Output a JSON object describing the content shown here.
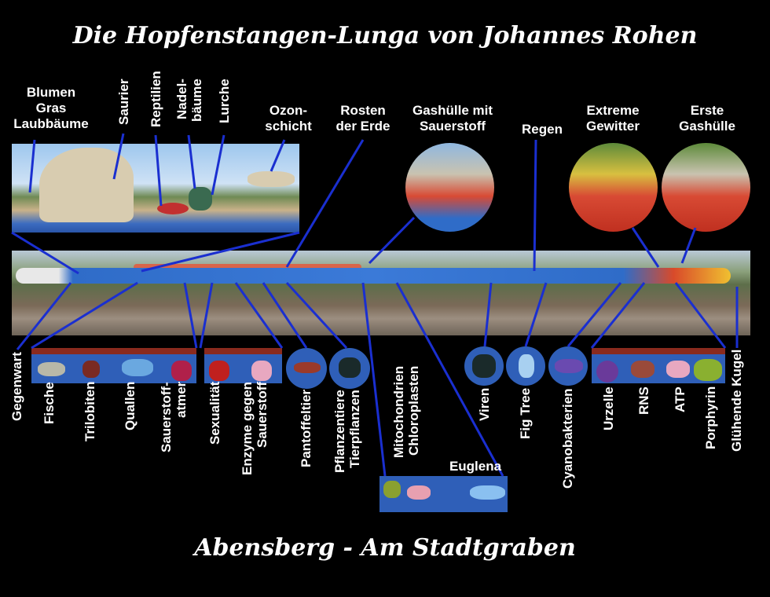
{
  "title": "Die Hopfenstangen-Lunga von Johannes Rohen",
  "subtitle": "Abensberg - Am Stadtgraben",
  "colors": {
    "line": "#1a2fd0",
    "background": "#000000"
  },
  "top_labels": {
    "blumen": "Blumen\nGras\nLaubbäume",
    "saurier": "Saurier",
    "reptilien": "Reptilien",
    "nadel": "Nadel-\nbäume",
    "lurche": "Lurche",
    "ozon": "Ozon-\nschicht",
    "rosten": "Rosten\nder Erde",
    "gashuelle_o2": "Gashülle mit\nSauerstoff",
    "regen": "Regen",
    "gewitter": "Extreme\nGewitter",
    "erste": "Erste\nGashülle"
  },
  "bottom_labels": {
    "gegenwart": "Gegenwart",
    "fische": "Fische",
    "trilobiten": "Trilobiten",
    "quallen": "Quallen",
    "sauerstoffatmer": "Sauerstoff-\natmer",
    "sexualitaet": "Sexualität",
    "enzyme": "Enzyme gegen\nSauerstoff",
    "pantoffeltier": "Pantoffeltier",
    "pflanzentiere": "Pflanzentiere\nTierpflanzen",
    "mitochondrien": "Mitochondrien\nChloroplasten",
    "euglena": "Euglena",
    "viren": "Viren",
    "figtree": "Fig Tree",
    "cyano": "Cyanobakterien",
    "urzelle": "Urzelle",
    "rns": "RNS",
    "atp": "ATP",
    "porphyrin": "Porphyrin",
    "kugel": "Glühende Kugel"
  }
}
